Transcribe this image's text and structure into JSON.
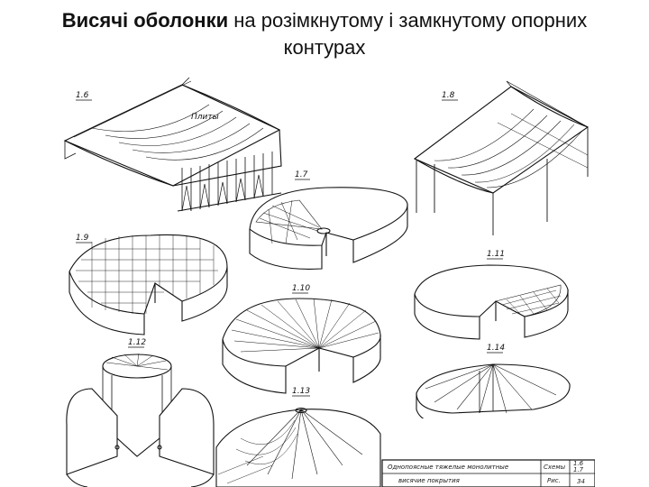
{
  "slide": {
    "title_bold": "Висячі оболонки",
    "title_rest_line1": " на розімкнутому і замкнутому опорних",
    "title_line2": "контурах"
  },
  "figures": [
    {
      "label": "1.6"
    },
    {
      "label": "1.7"
    },
    {
      "label": "1.8"
    },
    {
      "label": "1.9"
    },
    {
      "label": "1.10"
    },
    {
      "label": "1.11"
    },
    {
      "label": "1.12"
    },
    {
      "label": "1.13"
    },
    {
      "label": "1.14"
    }
  ],
  "annotations": {
    "plates": "Плиты"
  },
  "title_block": {
    "line1": "Однопоясные тяжелые монолитные",
    "line2": "висячие покрытия",
    "col_schemes": "Схемы",
    "col_fig": "Рис.",
    "num1": "1.6",
    "num2": "1.7",
    "num3": "34"
  }
}
